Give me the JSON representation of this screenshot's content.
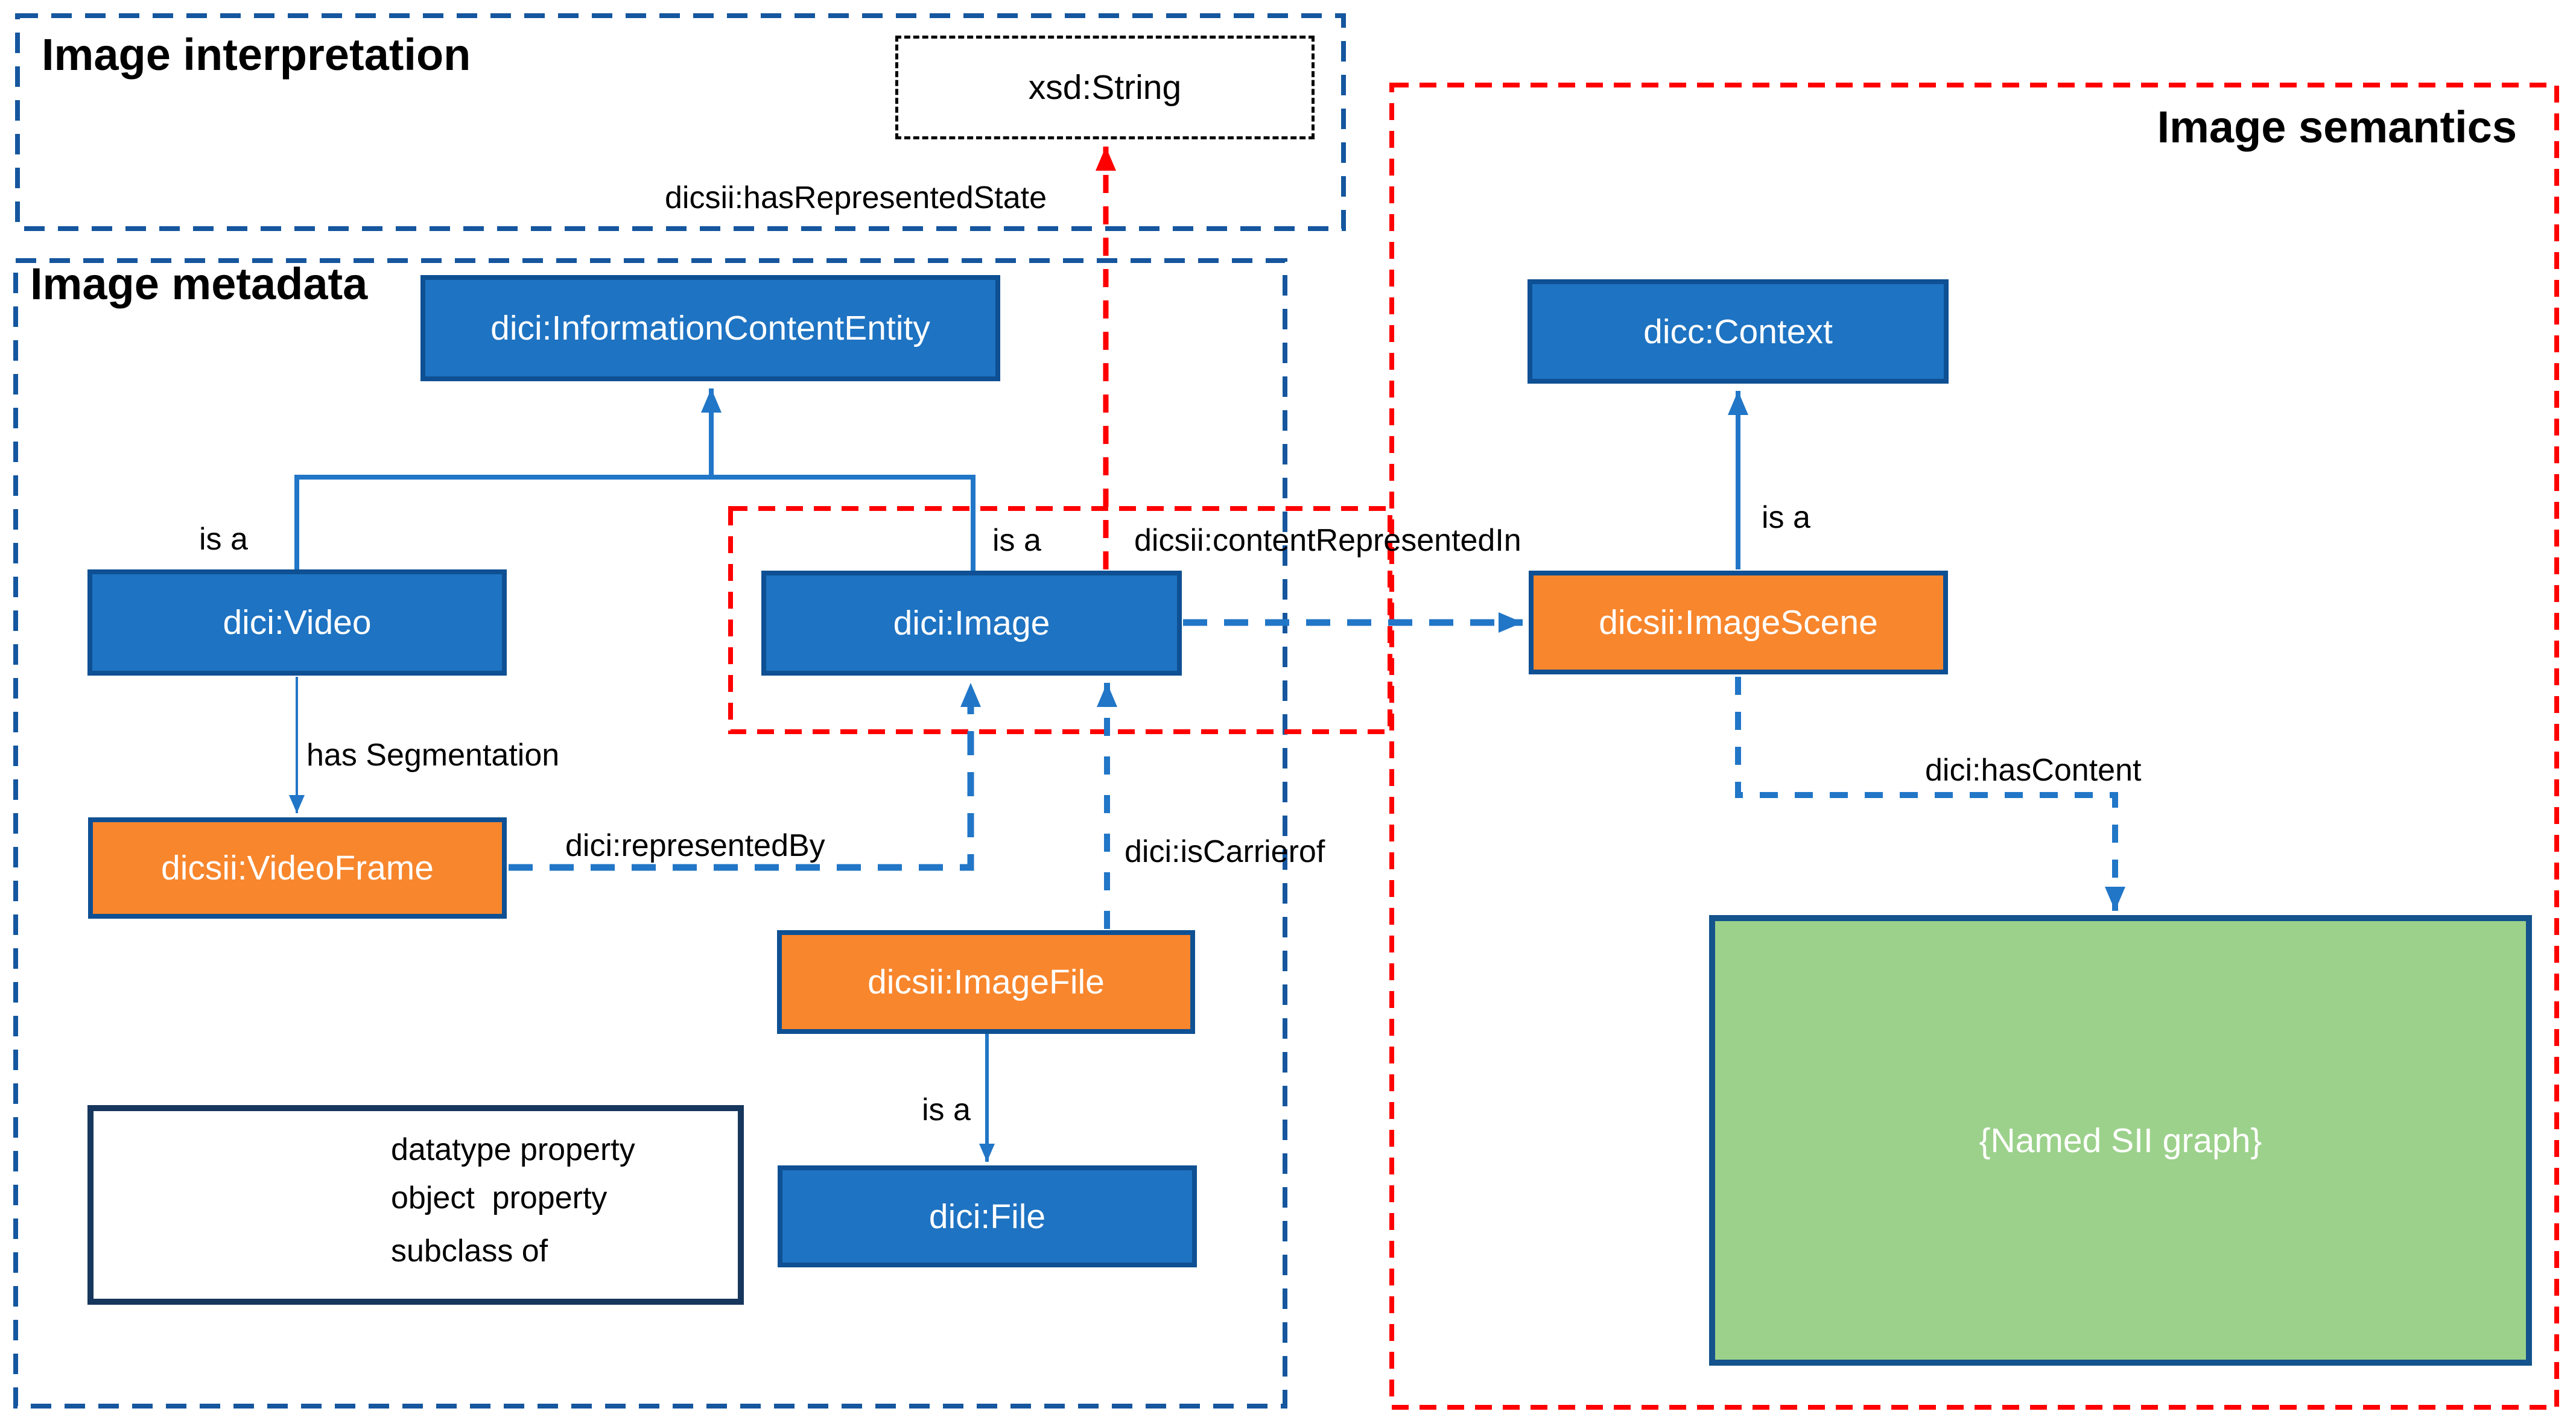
{
  "regions": {
    "interpretation": {
      "title": "Image interpretation"
    },
    "metadata": {
      "title": "Image metadata"
    },
    "semantics": {
      "title": "Image semantics"
    }
  },
  "nodes": {
    "xsd_string": {
      "label": "xsd:String",
      "kind": "datatype"
    },
    "information_content_entity": {
      "label": "dici:InformationContentEntity",
      "kind": "class"
    },
    "context": {
      "label": "dicc:Context",
      "kind": "class"
    },
    "video": {
      "label": "dici:Video",
      "kind": "class"
    },
    "image": {
      "label": "dici:Image",
      "kind": "class"
    },
    "image_scene": {
      "label": "dicsii:ImageScene",
      "kind": "instance"
    },
    "video_frame": {
      "label": "dicsii:VideoFrame",
      "kind": "instance"
    },
    "image_file": {
      "label": "dicsii:ImageFile",
      "kind": "instance"
    },
    "file": {
      "label": "dici:File",
      "kind": "class"
    },
    "named_sii_graph": {
      "label": "{Named SII graph}",
      "kind": "graph"
    }
  },
  "edge_labels": {
    "has_represented_state": "dicsii:hasRepresentedState",
    "content_represented_in": "dicsii:contentRepresentedIn",
    "is_a_video": "is a",
    "is_a_image": "is a",
    "is_a_scene": "is a",
    "is_a_file": "is a",
    "has_segmentation": "has Segmentation",
    "represented_by": "dici:representedBy",
    "is_carrier_of": "dici:isCarrierof",
    "has_content": "dici:hasContent"
  },
  "legend": {
    "items": [
      {
        "arrow": "red-dashed",
        "label": "datatype property"
      },
      {
        "arrow": "blue-dashed",
        "label": "object  property"
      },
      {
        "arrow": "blue-solid",
        "label": "subclass of"
      }
    ]
  },
  "colors": {
    "class_fill": "#1E73C2",
    "box_border": "#0E5093",
    "instance_fill": "#F8862D",
    "graph_fill": "#9CD18B",
    "graph_border": "#14538C",
    "region_blue": "#15569E",
    "region_red": "#FF0000",
    "arrow_blue": "#2176C7",
    "arrow_red": "#FF0000",
    "legend_border": "#17365D",
    "datatype_border": "#000000"
  }
}
